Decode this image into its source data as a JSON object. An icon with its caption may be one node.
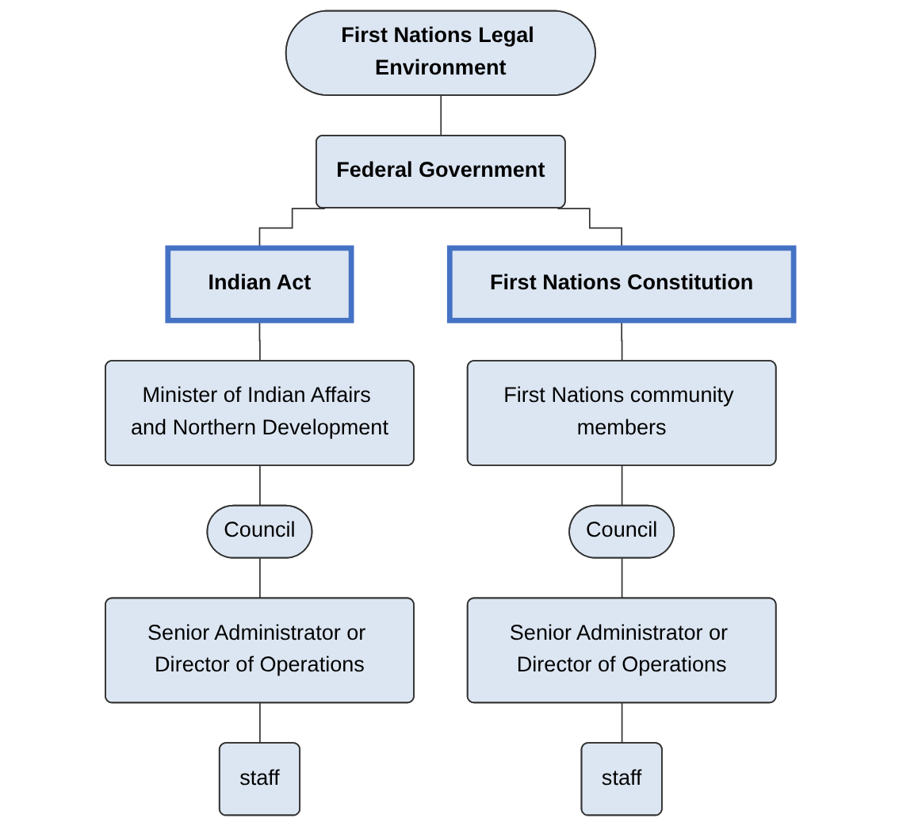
{
  "diagram": {
    "nodes": [
      {
        "text": [
          "First Nations Legal Environment"
        ]
      },
      {
        "text": [
          "Federal Government"
        ]
      },
      {
        "text": [
          "Indian Act"
        ]
      },
      {
        "text": [
          "First Nations Constitution"
        ]
      },
      {
        "text": [
          "Minister of Indian Affairs and Northern Development"
        ]
      },
      {
        "text": [
          "Council"
        ]
      },
      {
        "text": [
          "Senior Administrator or Director of Operations"
        ]
      },
      {
        "text": [
          "staff"
        ]
      },
      {
        "text": [
          "First Nations community members"
        ]
      },
      {
        "text": [
          "Council"
        ]
      },
      {
        "text": [
          "Senior Administrator or Director of Operations"
        ]
      },
      {
        "text": [
          "staff"
        ]
      }
    ],
    "edges": [
      {
        "from": 0,
        "to": 1,
        "arrow": "none"
      },
      {
        "from": 1,
        "to": 2,
        "arrow": "none"
      },
      {
        "from": 1,
        "to": 3,
        "arrow": "none"
      },
      {
        "from": 2,
        "to": 4,
        "arrow": "none"
      },
      {
        "from": 4,
        "to": 5,
        "arrow": "none"
      },
      {
        "from": 5,
        "to": 6,
        "arrow": "none"
      },
      {
        "from": 6,
        "to": 7,
        "arrow": "none"
      },
      {
        "from": 3,
        "to": 8,
        "arrow": "none"
      },
      {
        "from": 8,
        "to": 9,
        "arrow": "none"
      },
      {
        "from": 9,
        "to": 10,
        "arrow": "none"
      },
      {
        "from": 10,
        "to": 11,
        "arrow": "none"
      }
    ]
  }
}
